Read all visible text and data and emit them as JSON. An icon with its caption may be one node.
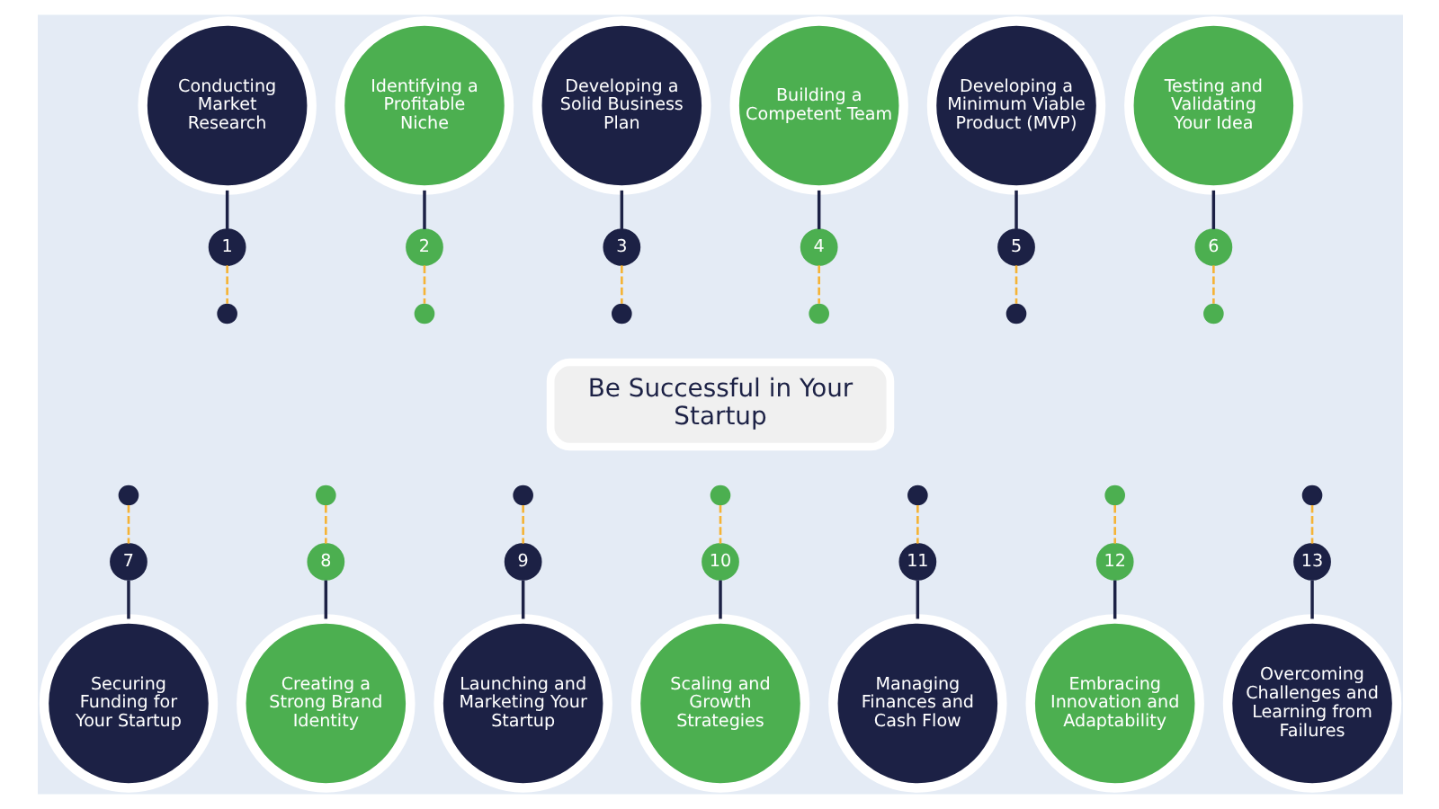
{
  "diagram": {
    "nodes": [
      {
        "text": [
          "Conducting Market Research"
        ]
      },
      {
        "text": [
          "Identifying a Profitable Niche"
        ]
      },
      {
        "text": [
          "Developing a Solid Business Plan"
        ]
      },
      {
        "text": [
          "Building a Competent Team"
        ]
      },
      {
        "text": [
          "Developing a Minimum Viable Product (MVP)"
        ]
      },
      {
        "text": [
          "Testing and Validating Your Idea"
        ]
      },
      {
        "text": [
          "1"
        ]
      },
      {
        "text": [
          "2"
        ]
      },
      {
        "text": [
          "3"
        ]
      },
      {
        "text": [
          "4"
        ]
      },
      {
        "text": [
          "5"
        ]
      },
      {
        "text": [
          "6"
        ]
      },
      {
        "text": [],
        "shape": "circle"
      },
      {
        "text": [],
        "shape": "circle"
      },
      {
        "text": [],
        "shape": "circle"
      },
      {
        "text": [],
        "shape": "circle"
      },
      {
        "text": [],
        "shape": "circle"
      },
      {
        "text": [],
        "shape": "circle"
      },
      {
        "text": [
          "Be Successful in Your Startup"
        ]
      },
      {
        "text": [],
        "shape": "circle"
      },
      {
        "text": [],
        "shape": "circle"
      },
      {
        "text": [],
        "shape": "circle"
      },
      {
        "text": [],
        "shape": "circle"
      },
      {
        "text": [],
        "shape": "circle"
      },
      {
        "text": [],
        "shape": "circle"
      },
      {
        "text": [],
        "shape": "circle"
      },
      {
        "text": [
          "7"
        ]
      },
      {
        "text": [
          "8"
        ]
      },
      {
        "text": [
          "9"
        ]
      },
      {
        "text": [
          "10"
        ]
      },
      {
        "text": [
          "11"
        ]
      },
      {
        "text": [
          "12"
        ]
      },
      {
        "text": [
          "13"
        ]
      },
      {
        "text": [
          "Securing Funding for Your Startup"
        ]
      },
      {
        "text": [
          "Creating a Strong Brand Identity"
        ]
      },
      {
        "text": [
          "Launching and Marketing Your Startup"
        ]
      },
      {
        "text": [
          "Scaling and Growth Strategies"
        ]
      },
      {
        "text": [
          "Managing Finances and Cash Flow"
        ]
      },
      {
        "text": [
          "Embracing Innovation and Adaptability"
        ]
      },
      {
        "text": [
          "Overcoming Challenges and Learning from Failures"
        ]
      }
    ],
    "edges": [
      {
        "from": 0,
        "to": 6,
        "arrow": "none"
      },
      {
        "from": 1,
        "to": 7,
        "arrow": "none"
      },
      {
        "from": 2,
        "to": 8,
        "arrow": "none"
      },
      {
        "from": 3,
        "to": 9,
        "arrow": "none"
      },
      {
        "from": 4,
        "to": 10,
        "arrow": "none"
      },
      {
        "from": 5,
        "to": 11,
        "arrow": "none"
      },
      {
        "from": 6,
        "to": 12,
        "arrow": "none",
        "style": "dashed",
        "color": "#f5b335"
      },
      {
        "from": 7,
        "to": 13,
        "arrow": "none",
        "style": "dashed",
        "color": "#f5b335"
      },
      {
        "from": 8,
        "to": 14,
        "arrow": "none",
        "style": "dashed",
        "color": "#f5b335"
      },
      {
        "from": 9,
        "to": 15,
        "arrow": "none",
        "style": "dashed",
        "color": "#f5b335"
      },
      {
        "from": 10,
        "to": 16,
        "arrow": "none",
        "style": "dashed",
        "color": "#f5b335"
      },
      {
        "from": 11,
        "to": 17,
        "arrow": "none",
        "style": "dashed",
        "color": "#f5b335"
      },
      {
        "from": 19,
        "to": 26,
        "arrow": "none",
        "style": "dashed",
        "color": "#f5b335"
      },
      {
        "from": 20,
        "to": 27,
        "arrow": "none",
        "style": "dashed",
        "color": "#f5b335"
      },
      {
        "from": 21,
        "to": 28,
        "arrow": "none",
        "style": "dashed",
        "color": "#f5b335"
      },
      {
        "from": 22,
        "to": 29,
        "arrow": "none",
        "style": "dashed",
        "color": "#f5b335"
      },
      {
        "from": 23,
        "to": 30,
        "arrow": "none",
        "style": "dashed",
        "color": "#f5b335"
      },
      {
        "from": 24,
        "to": 31,
        "arrow": "none",
        "style": "dashed",
        "color": "#f5b335"
      },
      {
        "from": 25,
        "to": 32,
        "arrow": "none",
        "style": "dashed",
        "color": "#f5b335"
      },
      {
        "from": 26,
        "to": 33,
        "arrow": "none"
      },
      {
        "from": 27,
        "to": 34,
        "arrow": "none"
      },
      {
        "from": 28,
        "to": 35,
        "arrow": "none"
      },
      {
        "from": 29,
        "to": 36,
        "arrow": "none"
      },
      {
        "from": 30,
        "to": 37,
        "arrow": "none"
      },
      {
        "from": 31,
        "to": 38,
        "arrow": "none"
      },
      {
        "from": 32,
        "to": 39,
        "arrow": "none"
      }
    ]
  }
}
